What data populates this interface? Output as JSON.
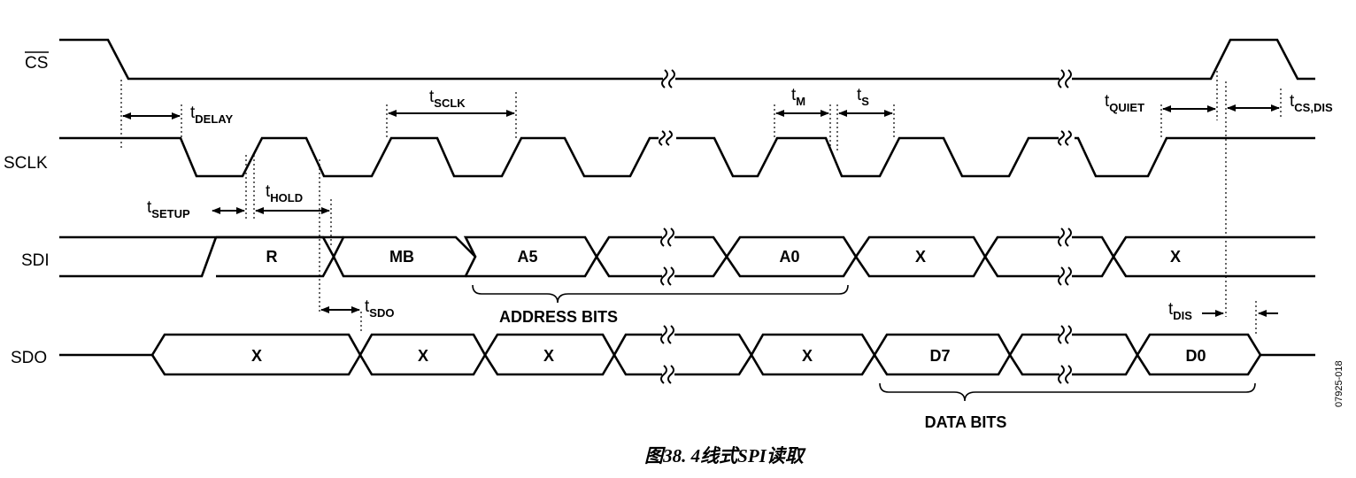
{
  "figure": {
    "caption": "图38. 4线式SPI读取",
    "id": "07925-018"
  },
  "signals": [
    "CS",
    "SCLK",
    "SDI",
    "SDO"
  ],
  "sdi_fields": [
    "R",
    "MB",
    "A5",
    "A0",
    "X",
    "X"
  ],
  "sdo_fields": [
    "X",
    "X",
    "X",
    "X",
    "D7",
    "D0"
  ],
  "groups": {
    "address": "ADDRESS BITS",
    "data": "DATA BITS"
  },
  "timing": {
    "delay": {
      "t": "t",
      "sub": "DELAY"
    },
    "sclk": {
      "t": "t",
      "sub": "SCLK"
    },
    "m": {
      "t": "t",
      "sub": "M"
    },
    "s": {
      "t": "t",
      "sub": "S"
    },
    "quiet": {
      "t": "t",
      "sub": "QUIET"
    },
    "csdis": {
      "t": "t",
      "sub": "CS,DIS"
    },
    "setup": {
      "t": "t",
      "sub": "SETUP"
    },
    "hold": {
      "t": "t",
      "sub": "HOLD"
    },
    "sdo": {
      "t": "t",
      "sub": "SDO"
    },
    "dis": {
      "t": "t",
      "sub": "DIS"
    }
  }
}
